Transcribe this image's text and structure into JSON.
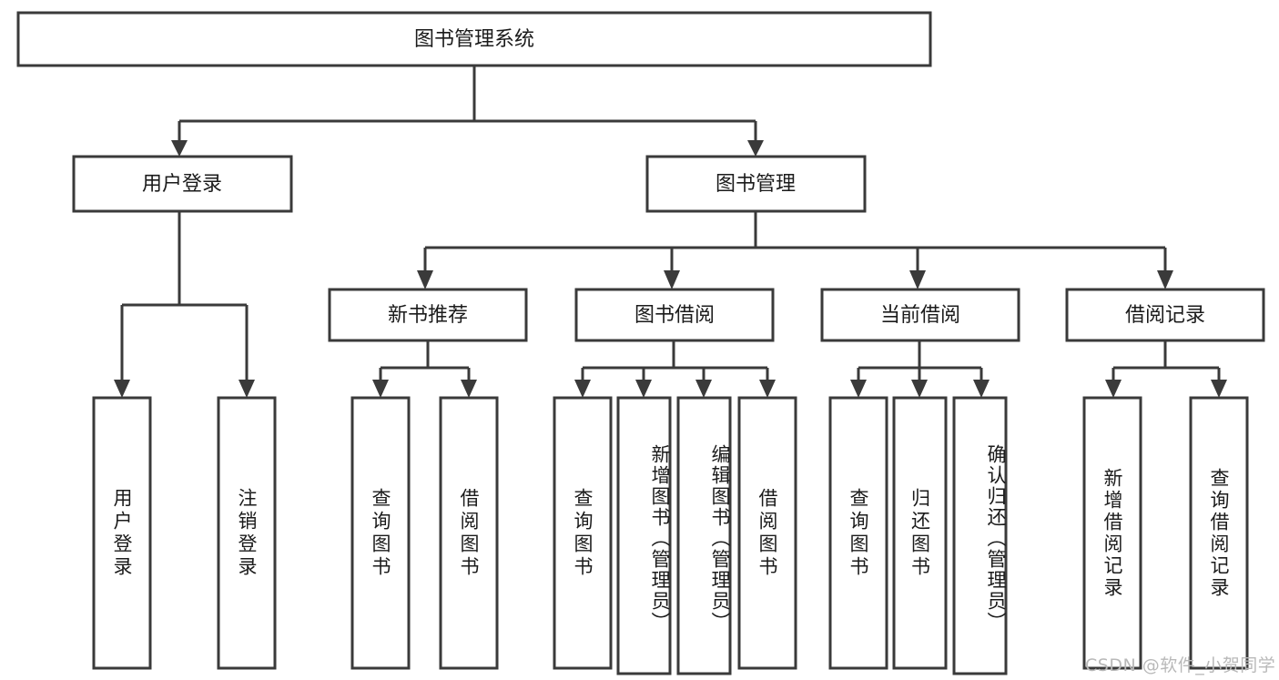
{
  "diagram": {
    "title": "图书管理系统",
    "type": "tree-hierarchy",
    "root": {
      "id": "root",
      "label": "图书管理系统"
    },
    "level2": [
      {
        "id": "user-login",
        "label": "用户登录"
      },
      {
        "id": "book-manage",
        "label": "图书管理"
      }
    ],
    "level3": [
      {
        "id": "new-book-recommend",
        "label": "新书推荐",
        "parent": "book-manage"
      },
      {
        "id": "book-borrow",
        "label": "图书借阅",
        "parent": "book-manage"
      },
      {
        "id": "current-borrow",
        "label": "当前借阅",
        "parent": "book-manage"
      },
      {
        "id": "borrow-record",
        "label": "借阅记录",
        "parent": "book-manage"
      }
    ],
    "leaves": [
      {
        "id": "leaf-user-login",
        "label": "用户登录",
        "parent": "user-login"
      },
      {
        "id": "leaf-logout-login",
        "label": "注销登录",
        "parent": "user-login"
      },
      {
        "id": "leaf-query-book-1",
        "label": "查询图书",
        "parent": "new-book-recommend"
      },
      {
        "id": "leaf-borrow-book-1",
        "label": "借阅图书",
        "parent": "new-book-recommend"
      },
      {
        "id": "leaf-query-book-2",
        "label": "查询图书",
        "parent": "book-borrow"
      },
      {
        "id": "leaf-add-book",
        "label": "新增图书（管理员）",
        "parent": "book-borrow"
      },
      {
        "id": "leaf-edit-book",
        "label": "编辑图书（管理员）",
        "parent": "book-borrow"
      },
      {
        "id": "leaf-borrow-book-2",
        "label": "借阅图书",
        "parent": "book-borrow"
      },
      {
        "id": "leaf-query-book-3",
        "label": "查询图书",
        "parent": "current-borrow"
      },
      {
        "id": "leaf-return-book",
        "label": "归还图书",
        "parent": "current-borrow"
      },
      {
        "id": "leaf-confirm-return",
        "label": "确认归还（管理员）",
        "parent": "current-borrow"
      },
      {
        "id": "leaf-add-record",
        "label": "新增借阅记录",
        "parent": "borrow-record"
      },
      {
        "id": "leaf-query-record",
        "label": "查询借阅记录",
        "parent": "borrow-record"
      }
    ],
    "colors": {
      "box_fill": "#ffffff",
      "box_stroke": "#3a3a3a",
      "text": "#1b1b1b",
      "background": "#ffffff",
      "watermark": "#b9b9b9"
    }
  },
  "watermark": {
    "text": "CSDN @软件_小贺同学"
  }
}
